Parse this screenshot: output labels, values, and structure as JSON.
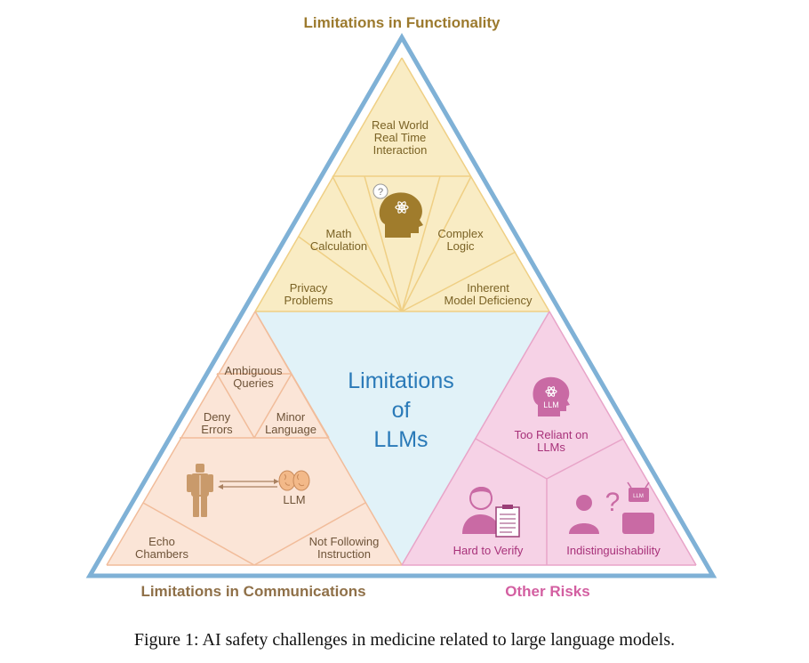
{
  "titles": {
    "top": "Limitations in Functionality",
    "bottom_left": "Limitations in Communications",
    "bottom_right": "Other Risks"
  },
  "center": {
    "line1": "Limitations",
    "line2": "of",
    "line3": "LLMs"
  },
  "functionality": {
    "real_world": [
      "Real World",
      "Real Time",
      "Interaction"
    ],
    "math": [
      "Math",
      "Calculation"
    ],
    "complex": [
      "Complex",
      "Logic"
    ],
    "privacy": [
      "Privacy",
      "Problems"
    ],
    "inherent": [
      "Inherent",
      "Model Deficiency"
    ],
    "question_mark": "?"
  },
  "communications": {
    "ambiguous": [
      "Ambiguous",
      "Queries"
    ],
    "deny": [
      "Deny",
      "Errors"
    ],
    "minor": [
      "Minor",
      "Language"
    ],
    "llm": "LLM",
    "echo": [
      "Echo",
      "Chambers"
    ],
    "not_following": [
      "Not Following",
      "Instruction"
    ]
  },
  "other_risks": {
    "reliant": [
      "Too Reliant on",
      "LLMs"
    ],
    "reliant_badge": "LLM",
    "verify": "Hard to Verify",
    "indistinguishability": "Indistinguishability",
    "robot_badge": "LLM",
    "question_mark": "?"
  },
  "caption": "Figure 1: AI safety challenges in medicine related to large language models.",
  "colors": {
    "outer_border": "#7fb1d6",
    "functionality_fill": "#f9ecc4",
    "functionality_line": "#efcf84",
    "functionality_text": "#7a6225",
    "functionality_title": "#9c7a2e",
    "head_icon": "#a07c2c",
    "communications_fill": "#fbe5d7",
    "communications_line": "#f1bc9a",
    "communications_text": "#6e5338",
    "communications_title": "#8f7048",
    "person_icon": "#c99a6b",
    "risks_fill": "#f6d2e6",
    "risks_line": "#e8a4c8",
    "risks_text": "#a8327a",
    "risks_title": "#d35fa1",
    "risks_icon": "#c96aa4",
    "center_fill": "#e1f2f8",
    "center_text": "#2a7ab8"
  }
}
